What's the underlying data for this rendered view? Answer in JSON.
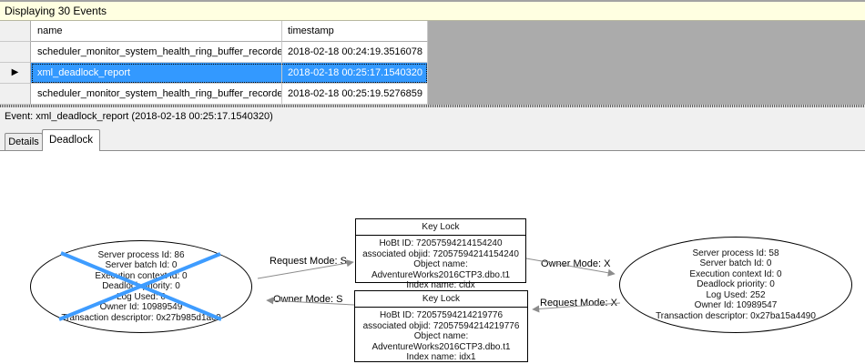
{
  "events_header": {
    "title": "Displaying 30 Events"
  },
  "grid": {
    "columns": {
      "name": "name",
      "timestamp": "timestamp"
    },
    "selected_row_indicator": "▶",
    "rows": [
      {
        "name": "scheduler_monitor_system_health_ring_buffer_recorded",
        "timestamp": "2018-02-18 00:24:19.3516078"
      },
      {
        "name": "xml_deadlock_report",
        "timestamp": "2018-02-18 00:25:17.1540320"
      },
      {
        "name": "scheduler_monitor_system_health_ring_buffer_recorded",
        "timestamp": "2018-02-18 00:25:19.5276859"
      }
    ]
  },
  "event_bar": {
    "label": "Event: xml_deadlock_report (2018-02-18 00:25:17.1540320)"
  },
  "tabs": [
    {
      "label": "Details",
      "active": false
    },
    {
      "label": "Deadlock",
      "active": true
    }
  ],
  "diagram": {
    "colors": {
      "selection_blue": "#3399ff",
      "victim_cross_blue": "#3e9cff",
      "arrow_gray": "#8c8c8c"
    },
    "process_left": {
      "victim": true,
      "lines": [
        "Server process Id: 86",
        "Server batch Id: 0",
        "Execution context Id: 0",
        "Deadlock priority: 0",
        "Log Used: 0",
        "Owner Id: 10989549",
        "Transaction descriptor: 0x27b985d1ac0"
      ]
    },
    "process_right": {
      "victim": false,
      "lines": [
        "Server process Id: 58",
        "Server batch Id: 0",
        "Execution context Id: 0",
        "Deadlock priority: 0",
        "Log Used: 252",
        "Owner Id: 10989547",
        "Transaction descriptor: 0x27ba15a4490"
      ]
    },
    "resource_top": {
      "title": "Key Lock",
      "lines": [
        "HoBt ID: 72057594214154240",
        "associated objid: 72057594214154240",
        "Object name: AdventureWorks2016CTP3.dbo.t1",
        "Index name: cidx"
      ]
    },
    "resource_bottom": {
      "title": "Key Lock",
      "lines": [
        "HoBt ID: 72057594214219776",
        "associated objid: 72057594214219776",
        "Object name: AdventureWorks2016CTP3.dbo.t1",
        "Index name: idx1"
      ]
    },
    "edges": [
      {
        "label": "Request Mode: S"
      },
      {
        "label": "Owner Mode: S"
      },
      {
        "label": "Owner Mode: X"
      },
      {
        "label": "Request Mode: X"
      }
    ]
  }
}
